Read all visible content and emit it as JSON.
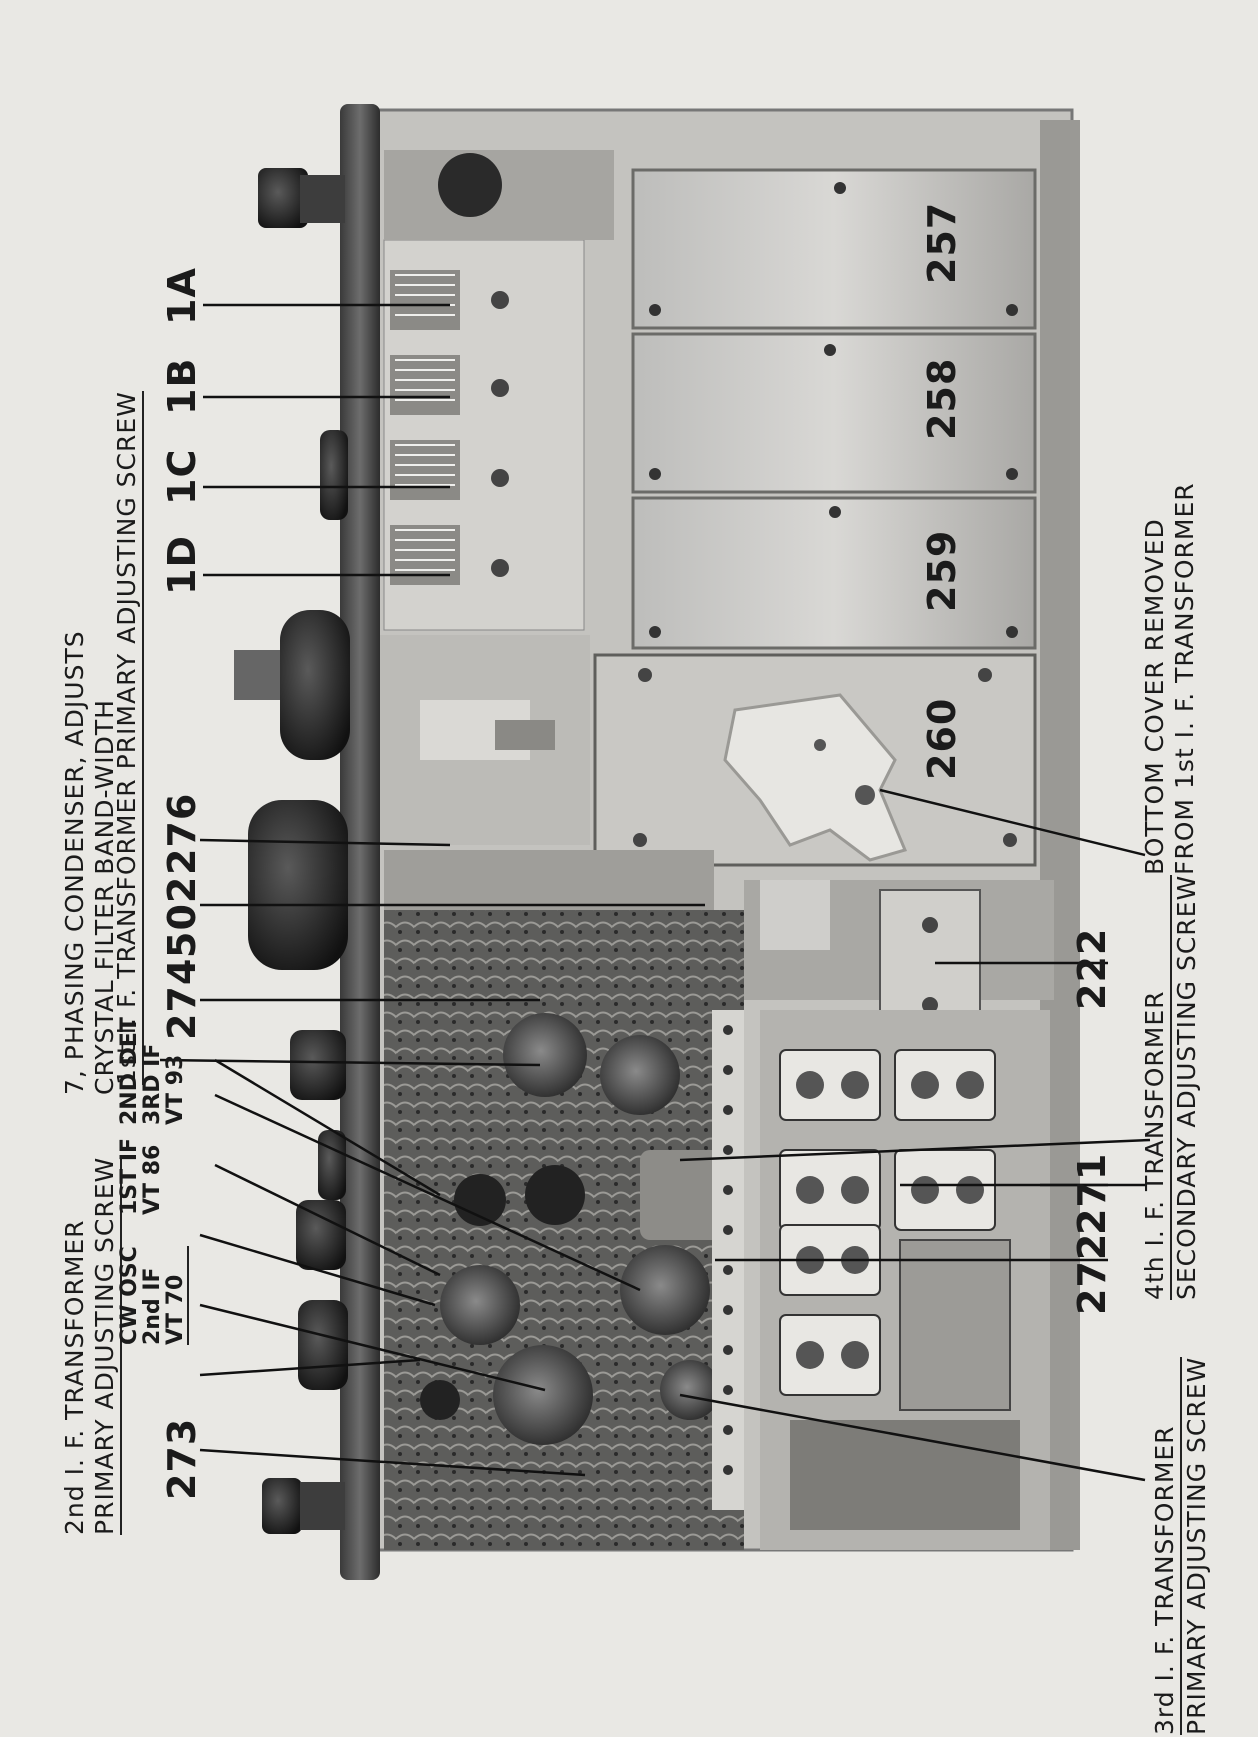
{
  "left_top_caption": {
    "line1": "2nd I. F. TRANSFORMER",
    "line2": "PRIMARY ADJUSTING SCREW"
  },
  "left_bottom_caption": {
    "line1": "3rd I. F. TRANSFORMER",
    "line2": "PRIMARY ADJUSTING SCREW"
  },
  "phasing_caption": {
    "line1": "7, PHASING CONDENSER, ADJUSTS",
    "line2": "CRYSTAL FILTER BAND-WIDTH"
  },
  "first_if_caption": "1st I. F. TRANSFORMER PRIMARY ADJUSTING SCREW",
  "fourth_if_caption": {
    "line1": "4th   I. F. TRANSFORMER",
    "line2": "SECONDARY ADJUSTING SCREW"
  },
  "bottom_cover_caption": {
    "line1": "BOTTOM COVER REMOVED",
    "line2": "FROM 1st I. F. TRANSFORMER"
  },
  "tubes": {
    "cw_osc": {
      "line1": "CW OSC",
      "line2": "2nd IF",
      "line3": "VT 70"
    },
    "first_if": {
      "line1": "1ST IF",
      "line2": "VT 86"
    },
    "second_det": {
      "line1": "2ND DET",
      "line2": "3RD IF",
      "line3": "VT 93"
    }
  },
  "callouts": {
    "n273": "273",
    "n274": "274",
    "n502": "502",
    "n276": "276",
    "n1a": "1A",
    "n1b": "1B",
    "n1c": "1C",
    "n1d": "1D",
    "n272": "272",
    "n271": "271",
    "n222": "222"
  },
  "cans": {
    "c257": "257",
    "c258": "258",
    "c259": "259",
    "c260": "260"
  }
}
